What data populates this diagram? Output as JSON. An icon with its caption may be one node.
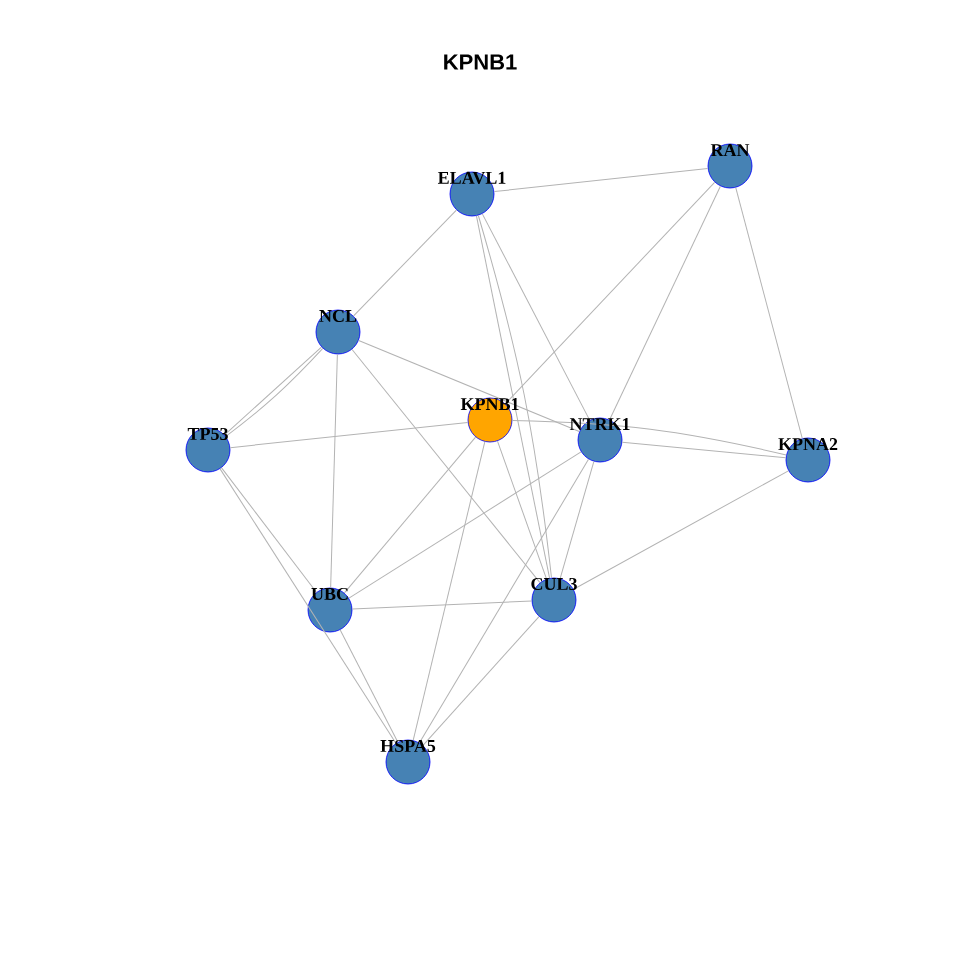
{
  "diagram": {
    "title": "KPNB1",
    "nodes": [
      {
        "text": [
          "ELAVL1"
        ]
      },
      {
        "text": [
          "RAN"
        ]
      },
      {
        "text": [
          "NCL"
        ]
      },
      {
        "text": [
          "KPNB1"
        ]
      },
      {
        "text": [
          "NTRK1"
        ]
      },
      {
        "text": [
          "KPNA2"
        ]
      },
      {
        "text": [
          "TP53"
        ]
      },
      {
        "text": [
          "UBC"
        ]
      },
      {
        "text": [
          "CUL3"
        ]
      },
      {
        "text": [
          "HSPA5"
        ]
      }
    ],
    "edges": [
      {
        "from": 0,
        "to": 1,
        "arrow": "none"
      },
      {
        "from": 0,
        "to": 2,
        "arrow": "none"
      },
      {
        "from": 2,
        "to": 6,
        "arrow": "none"
      },
      {
        "from": 0,
        "to": 8,
        "arrow": "none"
      },
      {
        "from": 0,
        "to": 8,
        "arrow": "none"
      },
      {
        "from": 0,
        "to": 4,
        "arrow": "none"
      },
      {
        "from": 1,
        "to": 3,
        "arrow": "none"
      },
      {
        "from": 1,
        "to": 4,
        "arrow": "none"
      },
      {
        "from": 1,
        "to": 5,
        "arrow": "none"
      },
      {
        "from": 2,
        "to": 6,
        "arrow": "none"
      },
      {
        "from": 2,
        "to": 7,
        "arrow": "none"
      },
      {
        "from": 2,
        "to": 8,
        "arrow": "none"
      },
      {
        "from": 2,
        "to": 4,
        "arrow": "none"
      },
      {
        "from": 6,
        "to": 3,
        "arrow": "none"
      },
      {
        "from": 6,
        "to": 7,
        "arrow": "none"
      },
      {
        "from": 6,
        "to": 9,
        "arrow": "none"
      },
      {
        "from": 3,
        "to": 5,
        "arrow": "none"
      },
      {
        "from": 4,
        "to": 5,
        "arrow": "none"
      },
      {
        "from": 3,
        "to": 7,
        "arrow": "none"
      },
      {
        "from": 3,
        "to": 9,
        "arrow": "none"
      },
      {
        "from": 3,
        "to": 8,
        "arrow": "none"
      },
      {
        "from": 4,
        "to": 7,
        "arrow": "none"
      },
      {
        "from": 4,
        "to": 8,
        "arrow": "none"
      },
      {
        "from": 4,
        "to": 9,
        "arrow": "none"
      },
      {
        "from": 7,
        "to": 8,
        "arrow": "none"
      },
      {
        "from": 7,
        "to": 9,
        "arrow": "none"
      },
      {
        "from": 8,
        "to": 9,
        "arrow": "none"
      },
      {
        "from": 8,
        "to": 5,
        "arrow": "none"
      }
    ]
  }
}
